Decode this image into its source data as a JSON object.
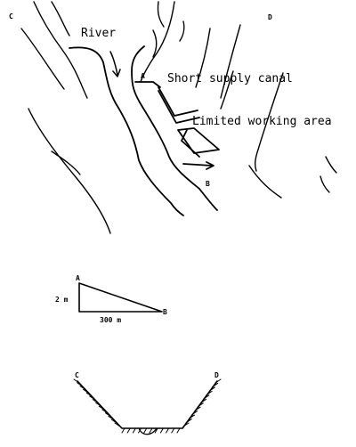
{
  "plan_view": {
    "corner_c": "C",
    "corner_d": "D",
    "river_label": "River",
    "point_a": "A",
    "point_b": "B",
    "canal_label": "Short supply canal",
    "working_area_label": "Limited working area"
  },
  "gradient": {
    "point_a": "A",
    "point_b": "B",
    "height": "2 m",
    "length": "300 m"
  },
  "cross_section": {
    "point_c": "C",
    "point_d": "D"
  }
}
